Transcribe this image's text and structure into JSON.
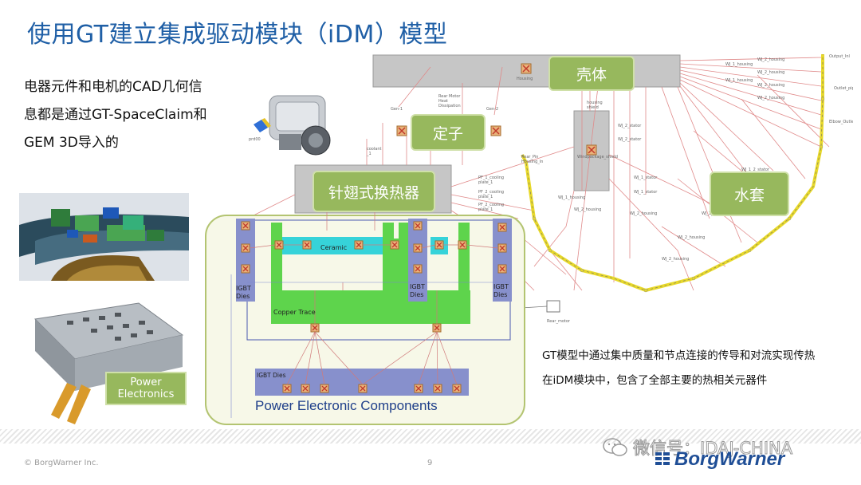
{
  "slide": {
    "title": "使用GT建立集成驱动模块（iDM）模型",
    "intro_lines": [
      "电器元件和电机的CAD几何信",
      "息都是通过GT-SpaceClaim和",
      "GEM 3D导入的"
    ],
    "labels": {
      "housing": "壳体",
      "stator": "定子",
      "pin_fin": "针翅式换热器",
      "water_jacket": "水套"
    },
    "pe_labels": {
      "ceramic": "Ceramic",
      "copper_trace": "Copper Trace",
      "igbt_dies": "IGBT Dies",
      "igbt": "IGBT",
      "dies": "Dies",
      "pe_components": "Power Electronic Components"
    },
    "power_electronics_label": "Power\nElectronics",
    "caption_lines": [
      "GT模型中通过集中质量和节点连接的传导和对流实现传热",
      "在iDM模块中，包含了全部主要的热相关元器件"
    ],
    "footer": {
      "copyright": "© BorgWarner Inc.",
      "page": "9",
      "watermark": "微信号：IDAJ-CHINA",
      "brand": "BorgWarner"
    }
  }
}
